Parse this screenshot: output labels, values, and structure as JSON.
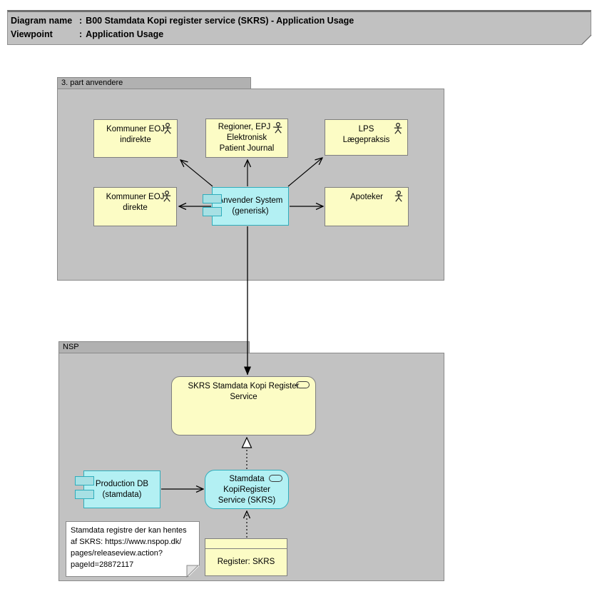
{
  "title": {
    "rows": [
      {
        "label": "Diagram name",
        "sep": ":",
        "value": "B00 Stamdata Kopi register service (SKRS) - Application Usage"
      },
      {
        "label": "Viewpoint",
        "sep": ":",
        "value": "Application Usage"
      }
    ]
  },
  "groups": {
    "third_party": {
      "label": "3. part anvendere"
    },
    "nsp": {
      "label": "NSP"
    }
  },
  "nodes": {
    "kommuner_eoj_indirekte": {
      "label": "Kommuner EOJ\nindirekte",
      "icon": "actor-icon"
    },
    "regioner_epj": {
      "label": "Regioner, EPJ -\nElektronisk\nPatient Journal",
      "icon": "actor-icon"
    },
    "lps": {
      "label": "LPS\nLægepraksis",
      "icon": "actor-icon"
    },
    "kommuner_eoj_direkte": {
      "label": "Kommuner EOJ\ndirekte",
      "icon": "actor-icon"
    },
    "apoteker": {
      "label": "Apoteker",
      "icon": "actor-icon"
    },
    "anvender_system": {
      "label": "Anvender System\n(generisk)",
      "icon": "component-icon"
    },
    "skrs_service": {
      "label": "SKRS Stamdata Kopi Register\nService",
      "icon": "service-stadium-icon"
    },
    "production_db": {
      "label": "Production DB\n(stamdata)",
      "icon": "component-icon"
    },
    "stamdata_kopiregister": {
      "label": "Stamdata\nKopiRegister\nService (SKRS)",
      "icon": "service-stadium-icon"
    },
    "register_skrs": {
      "label": "Register: SKRS",
      "icon": "data-object-icon"
    }
  },
  "note": {
    "text": "Stamdata registre der kan hentes\naf SKRS: https://www.nspop.dk/\npages/releaseview.action?\npageId=28872117"
  },
  "colors": {
    "group_body": "#c2c2c2",
    "group_tab": "#b1b1b1",
    "node_yellow": "#fcfcc5",
    "node_cyan": "#b3f0f3",
    "cyan_border": "#2fadbc",
    "title_fill": "#c1c1c1",
    "note_fill": "#ffffff",
    "line": "#000000"
  }
}
